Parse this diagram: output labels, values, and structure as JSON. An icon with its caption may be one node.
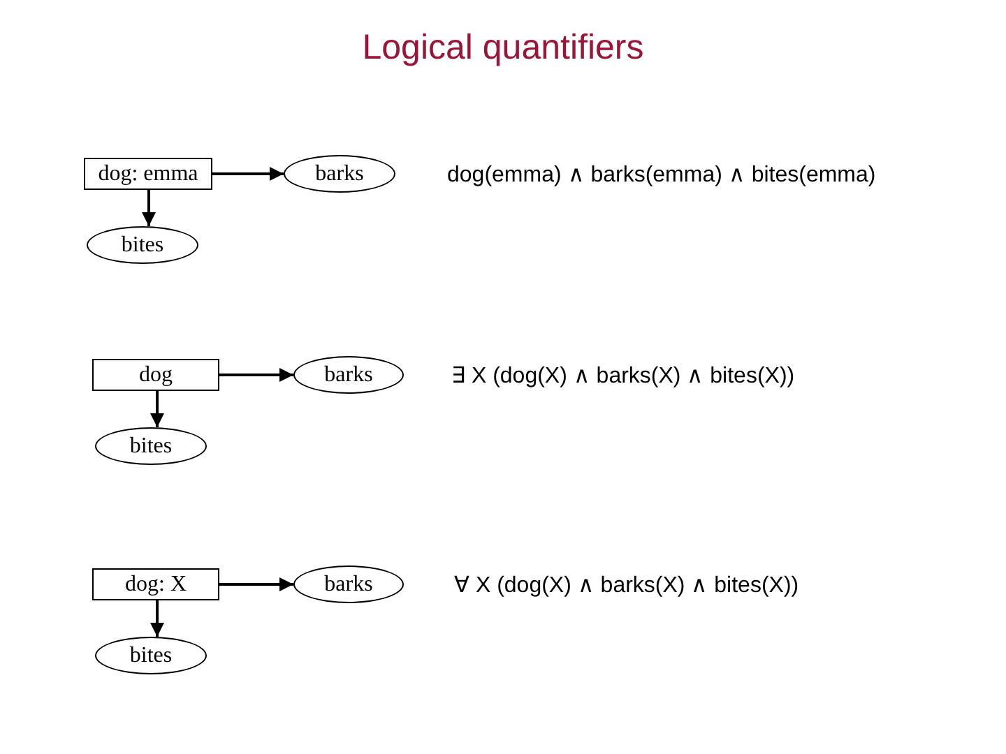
{
  "diagram": {
    "title": "Logical quantifiers",
    "nodes": [
      {
        "text": [
          "dog: emma"
        ]
      },
      {
        "text": [
          "barks"
        ]
      },
      {
        "text": [
          "bites"
        ]
      },
      {
        "text": [
          "dog"
        ]
      },
      {
        "text": [
          "barks"
        ]
      },
      {
        "text": [
          "bites"
        ]
      },
      {
        "text": [
          "dog: X"
        ]
      },
      {
        "text": [
          "barks"
        ]
      },
      {
        "text": [
          "bites"
        ]
      }
    ],
    "edges": [
      {
        "from": 0,
        "to": 1,
        "arrow": "to"
      },
      {
        "from": 0,
        "to": 2,
        "arrow": "to"
      },
      {
        "from": 3,
        "to": 4,
        "arrow": "to"
      },
      {
        "from": 3,
        "to": 5,
        "arrow": "to"
      },
      {
        "from": 6,
        "to": 7,
        "arrow": "to"
      },
      {
        "from": 6,
        "to": 8,
        "arrow": "to"
      }
    ],
    "labels": [
      "dog(emma) ∧ barks(emma) ∧ bites(emma)",
      "∃ X (dog(X) ∧ barks(X) ∧ bites(X))",
      "∀ X (dog(X) ∧ barks(X) ∧ bites(X))"
    ]
  }
}
